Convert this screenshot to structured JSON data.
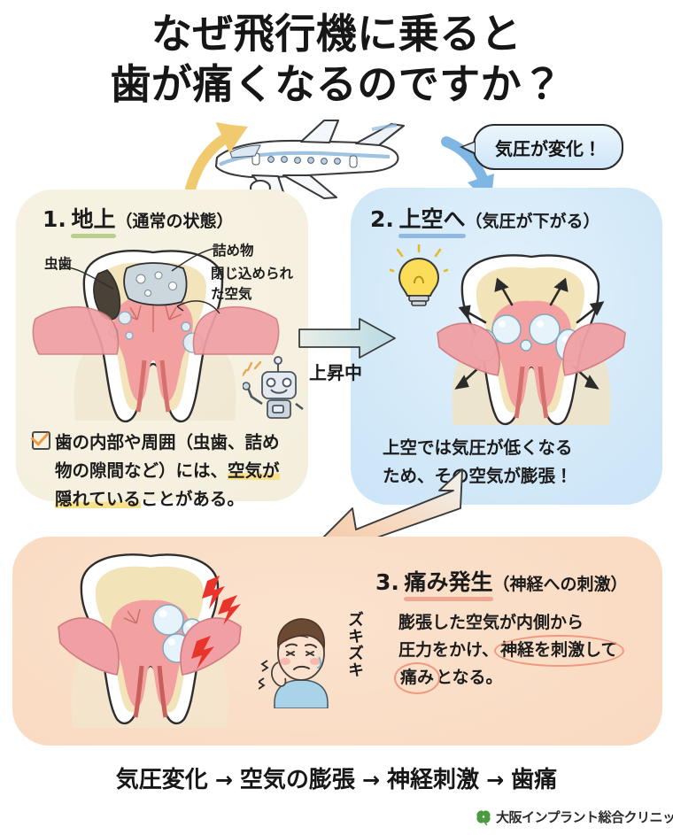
{
  "title": {
    "line1": "なぜ飛行機に乗ると",
    "line2": "歯が痛くなるのですか？"
  },
  "top_section": {
    "airplane_icon": "airplane-icon",
    "up_arrow_icon": "curved-up-arrow-icon",
    "down_arrow_icon": "curved-down-arrow-icon",
    "bubble_text": "気圧が変化！"
  },
  "panels": [
    {
      "number": "1.",
      "heading_main": "地上",
      "heading_sub": "（通常の状態）",
      "underline_color": "#b9cf8d",
      "background_color": "#f5f0df",
      "tooth_icon": "tooth-cross-section-icon",
      "robot_icon": "robot-icon",
      "labels": {
        "cavity": "虫歯",
        "filling": "詰め物",
        "trapped_air": "閉じ込められた空気"
      },
      "body": {
        "checkbox_icon": "checked-checkbox-icon",
        "line1": "歯の内部や周囲（虫歯、詰め",
        "line2_a": "物の隙間など）には、",
        "line2_b": "空気が",
        "line3_b": "隠れている",
        "line3_a": "ことがある。"
      }
    },
    {
      "number": "2.",
      "heading_main": "上空へ",
      "heading_sub": "（気圧が下がる）",
      "underline_color": "#8fb9e0",
      "background_color": "#cfe7f8",
      "tooth_icon": "tooth-expanding-air-icon",
      "lightbulb_icon": "lightbulb-icon",
      "body": {
        "line1": "上空では気圧が低くなる",
        "line2": "ため、その空気が膨張！"
      }
    },
    {
      "number": "3.",
      "heading_main": "痛み発生",
      "heading_sub": "（神経への刺激）",
      "underline_color": "#f0a894",
      "background_color": "#f9d9c0",
      "tooth_icon": "tooth-pain-icon",
      "boy_icon": "boy-in-pain-icon",
      "pain_bolt_icon": "pain-bolt-icon",
      "onomatopoeia": "ズキズキ",
      "body": {
        "line1": "膨張した空気が内側から",
        "line2_a": "圧力をかけ、",
        "line2_b": "神経を刺激して",
        "line3_b": "痛み",
        "line3_a": "となる。"
      }
    }
  ],
  "connectors": {
    "horizontal_arrow_icon": "right-arrow-icon",
    "horizontal_arrow_label": "上昇中",
    "diagonal_arrow_icon": "down-left-arrow-icon"
  },
  "summary": {
    "step1": "気圧変化",
    "arrow": "→",
    "step2": "空気の膨張",
    "step3": "神経刺激",
    "step4": "歯痛"
  },
  "logo": {
    "mark_icon": "clover-icon",
    "text": "大阪インプラント総合クリニック",
    "color": "#4c9a3f"
  }
}
